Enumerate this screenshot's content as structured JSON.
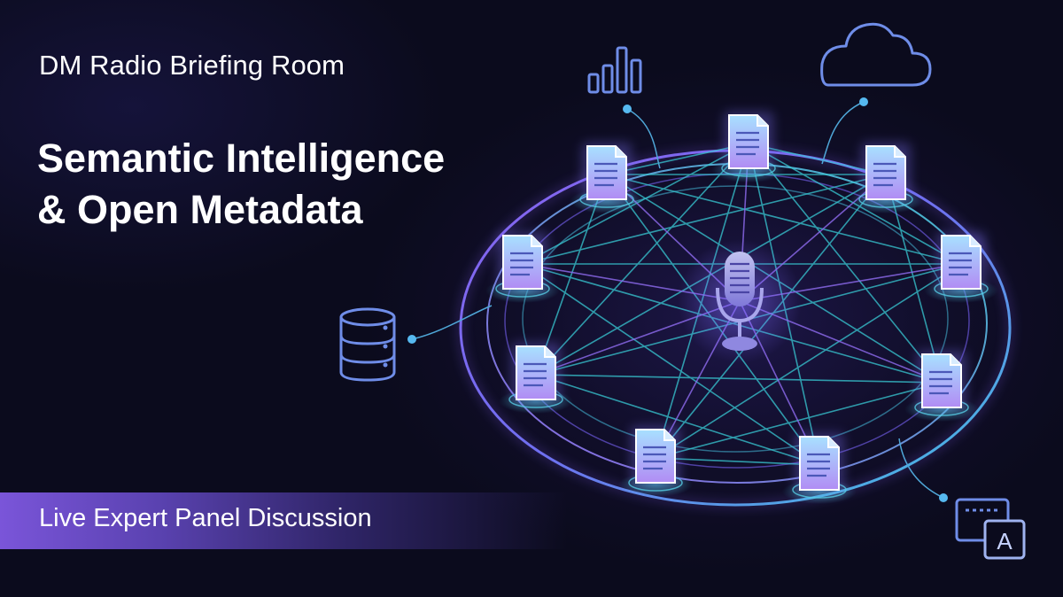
{
  "header": {
    "brand": "DM Radio Briefing Room",
    "title_line1": "Semantic Intelligence",
    "title_line2": "& Open Metadata"
  },
  "banner": {
    "label": "Live Expert Panel Discussion"
  },
  "colors": {
    "background": "#0b0b1d",
    "accent_purple": "#8a63f0",
    "accent_cyan": "#33d1d6",
    "icon_blue": "#6f8de8",
    "doc_blue": "#8fc8f5",
    "doc_violet": "#b596f5"
  },
  "icons": {
    "center": "microphone-icon",
    "nodes": "document-icon",
    "satellites": [
      "bar-chart-icon",
      "cloud-icon",
      "database-icon",
      "translate-icon"
    ],
    "translate_letter": "A"
  }
}
